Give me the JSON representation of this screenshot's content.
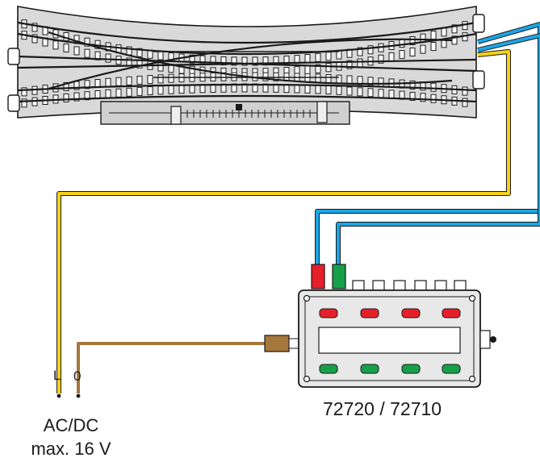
{
  "diagram": {
    "terminal_L": "L",
    "terminal_0": "0",
    "control_unit_model": "72720 / 72710",
    "power_supply_type": "AC/DC",
    "power_supply_voltage": "max. 16 V"
  },
  "colors": {
    "wire_blue": "#1ba6e6",
    "wire_yellow": "#f7d117",
    "wire_brown": "#a5773a",
    "track_fill": "#d9d9d9",
    "track_line": "#1a1a1a",
    "button_red": "#e6202a",
    "button_green": "#17a04a",
    "unit_body": "#e8e8e8"
  }
}
